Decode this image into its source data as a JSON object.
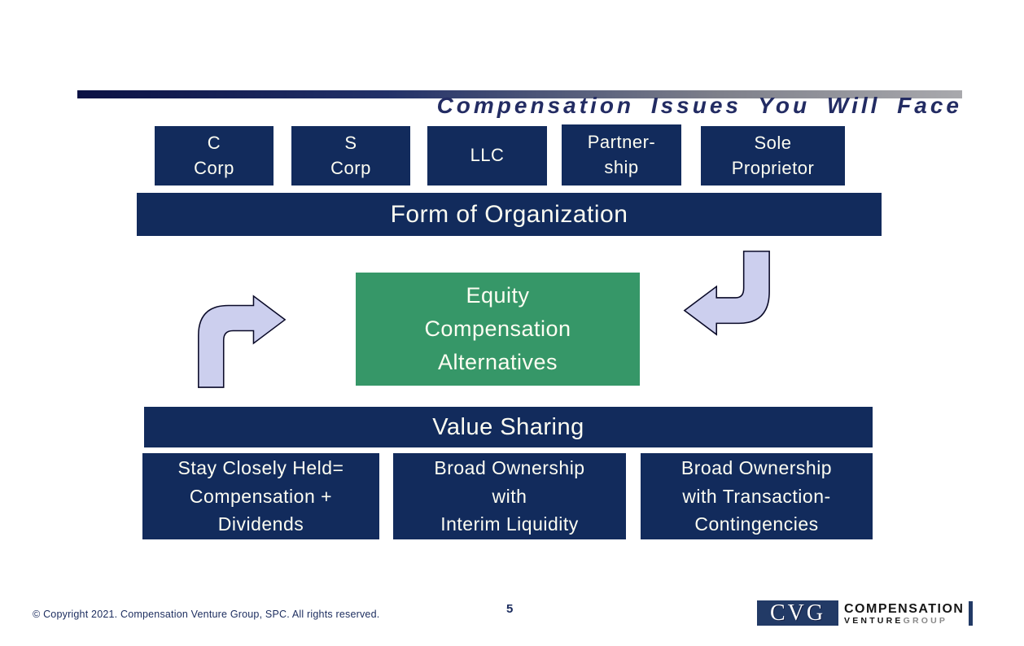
{
  "slide": {
    "title": "Compensation Issues You Will Face",
    "page_number": "5",
    "footer": "© Copyright 2021. Compensation Venture Group, SPC.  All rights reserved."
  },
  "org_boxes": [
    {
      "label": "C\nCorp"
    },
    {
      "label": "S\nCorp"
    },
    {
      "label": "LLC"
    },
    {
      "label": "Partner-\nship"
    },
    {
      "label": "Sole\nProprietor"
    }
  ],
  "bars": {
    "form_label": "Form of Organization",
    "value_label": "Value Sharing"
  },
  "equity_box": {
    "label": "Equity\nCompensation\nAlternatives"
  },
  "value_boxes": [
    {
      "label": "Stay Closely Held=\nCompensation +\nDividends"
    },
    {
      "label": "Broad Ownership\nwith\nInterim Liquidity"
    },
    {
      "label": "Broad Ownership\nwith Transaction-\nContingencies"
    }
  ],
  "icons": {
    "left_arrow": "curved-arrow-pointing-right",
    "right_arrow": "curved-arrow-pointing-left"
  },
  "logo": {
    "monogram": "CVG",
    "line1": "COMPENSATION",
    "line2_bold": "VENTURE",
    "line2_light": "GROUP"
  },
  "colors": {
    "navy": "#122B5C",
    "green": "#369768",
    "lavender": "#CCCFEE",
    "title_navy": "#232C63",
    "gradient_left": "#0B1144",
    "gradient_right": "#A9A9AD",
    "logo_navy": "#223A66"
  }
}
